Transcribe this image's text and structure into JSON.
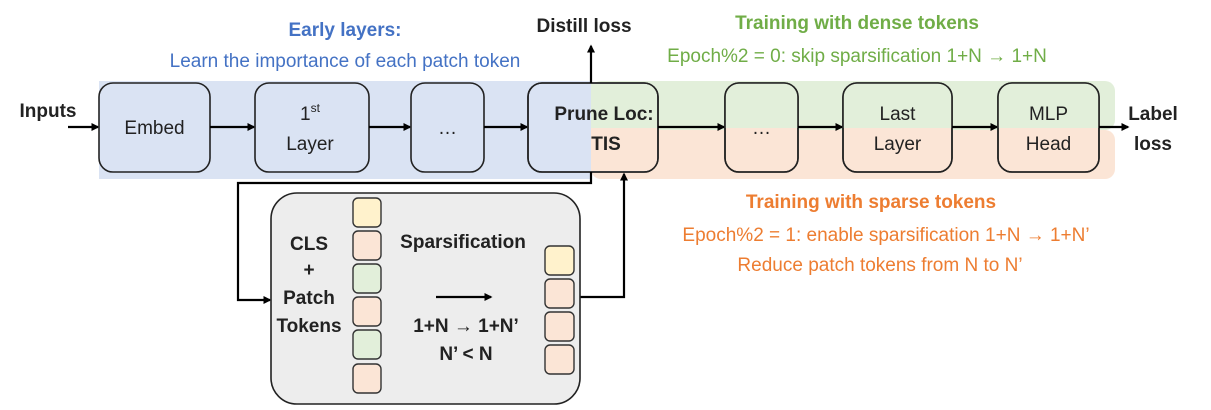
{
  "inputs_label": "Inputs",
  "early": {
    "title": "Early layers:",
    "subtitle": "Learn the importance of each patch token"
  },
  "distill_loss": "Distill loss",
  "dense": {
    "title": "Training with dense tokens",
    "subtitle": "Epoch%2 = 0: skip sparsification 1+N → 1+N"
  },
  "sparse": {
    "title": "Training with sparse tokens",
    "line1": "Epoch%2 = 1: enable sparsification 1+N → 1+N’",
    "line2": "Reduce patch tokens from N to N’"
  },
  "blocks": {
    "embed": "Embed",
    "first_base": "1",
    "first_sup": "st",
    "first_layer": "Layer",
    "dots1": "…",
    "prune_title": "Prune Loc:",
    "prune_sub": "TIS",
    "dots2": "…",
    "last_1": "Last",
    "last_2": "Layer",
    "mlp_1": "MLP",
    "mlp_2": "Head"
  },
  "label_loss": {
    "line1": "Label",
    "line2": "loss"
  },
  "sparsification": {
    "cls_1": "CLS",
    "cls_2": "+",
    "cls_3": "Patch",
    "cls_4": "Tokens",
    "title": "Sparsification",
    "formula": "1+N → 1+N’",
    "constraint": "N’ < N"
  },
  "colors": {
    "blue_text": "#4472c4",
    "green_text": "#70ad47",
    "orange_text": "#ed7d31",
    "blue_fill": "#dae3f3",
    "green_fill": "#e2efda",
    "orange_fill": "#fbe5d6",
    "yellow_fill": "#fff2cc"
  }
}
